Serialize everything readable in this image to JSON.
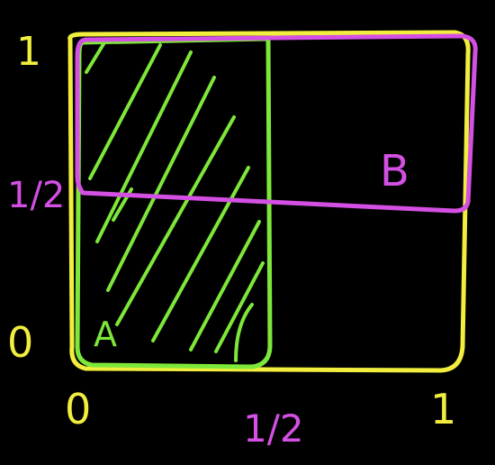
{
  "axis_labels": {
    "y_top": "1",
    "y_mid": "1/2",
    "y_bottom": "0",
    "x_left": "0",
    "x_mid": "1/2",
    "x_right": "1"
  },
  "regions": {
    "a_label": "A",
    "b_label": "B"
  },
  "colors": {
    "background": "#000000",
    "yellow": "#f2ee3e",
    "green": "#7ee83a",
    "magenta": "#d44fe3"
  }
}
